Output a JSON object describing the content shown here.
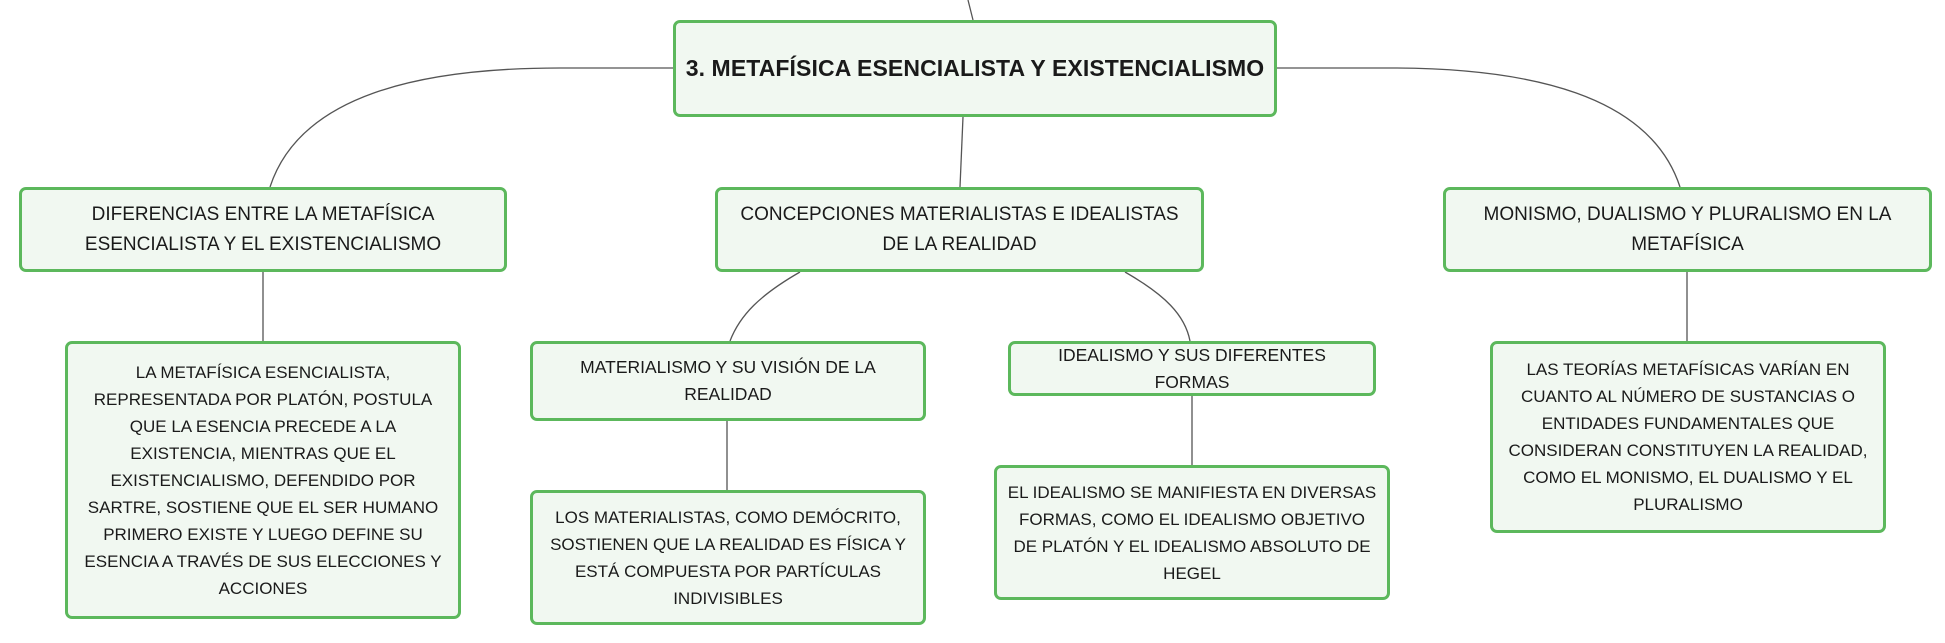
{
  "diagram": {
    "root": {
      "label": "3. METAFÍSICA ESENCIALISTA Y EXISTENCIALISMO"
    },
    "branches": {
      "left": {
        "label": "DIFERENCIAS ENTRE LA METAFÍSICA ESENCIALISTA Y EL EXISTENCIALISMO",
        "detail": "LA METAFÍSICA ESENCIALISTA, REPRESENTADA POR PLATÓN, POSTULA QUE LA ESENCIA PRECEDE A LA EXISTENCIA, MIENTRAS QUE EL EXISTENCIALISMO, DEFENDIDO POR SARTRE, SOSTIENE QUE EL SER HUMANO PRIMERO EXISTE Y LUEGO DEFINE SU ESENCIA A TRAVÉS DE SUS ELECCIONES Y ACCIONES"
      },
      "center": {
        "label": "CONCEPCIONES MATERIALISTAS E IDEALISTAS DE LA REALIDAD",
        "materialism": {
          "label": "MATERIALISMO Y SU VISIÓN DE LA REALIDAD",
          "detail": "LOS MATERIALISTAS, COMO DEMÓCRITO, SOSTIENEN QUE LA REALIDAD ES FÍSICA Y ESTÁ COMPUESTA POR PARTÍCULAS INDIVISIBLES"
        },
        "idealism": {
          "label": "IDEALISMO Y SUS DIFERENTES FORMAS",
          "detail": "EL IDEALISMO SE MANIFIESTA EN DIVERSAS FORMAS, COMO EL IDEALISMO OBJETIVO DE PLATÓN Y EL IDEALISMO ABSOLUTO DE HEGEL"
        }
      },
      "right": {
        "label": "MONISMO, DUALISMO Y PLURALISMO EN LA METAFÍSICA",
        "detail": "LAS TEORÍAS METAFÍSICAS VARÍAN EN CUANTO AL NÚMERO DE SUSTANCIAS O ENTIDADES FUNDAMENTALES QUE CONSIDERAN CONSTITUYEN LA REALIDAD, COMO EL MONISMO, EL DUALISMO Y EL PLURALISMO"
      }
    },
    "colors": {
      "node_border": "#5cb85c",
      "node_fill": "#f1f8f1",
      "connector": "#555555",
      "text": "#1a1a1a"
    }
  }
}
